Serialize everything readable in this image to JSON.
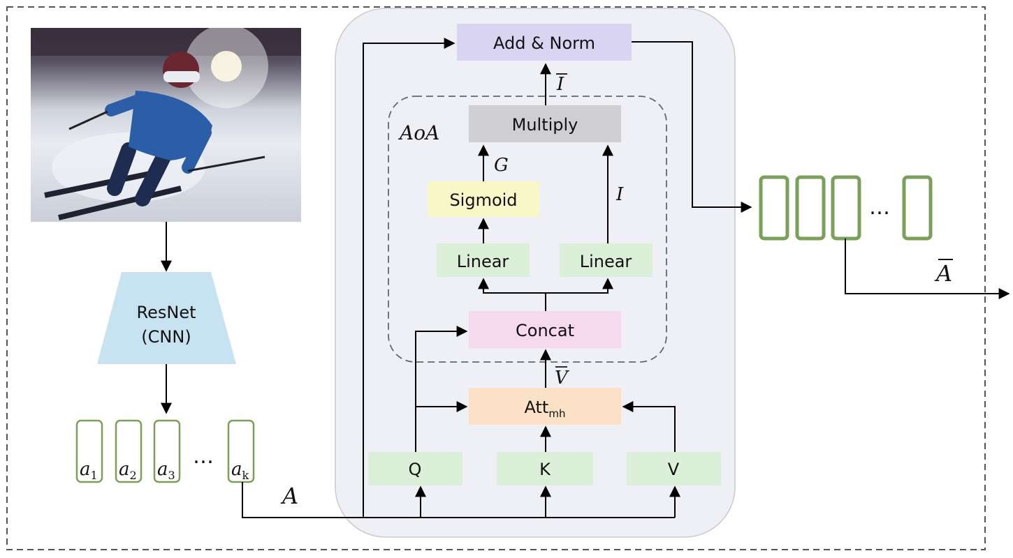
{
  "photo": {
    "subject": "skier carving through snow",
    "icon": "skier-photo"
  },
  "cnn": {
    "line1": "ResNet",
    "line2": "(CNN)"
  },
  "features": {
    "items": [
      {
        "base": "a",
        "sub": "1"
      },
      {
        "base": "a",
        "sub": "2"
      },
      {
        "base": "a",
        "sub": "3"
      },
      {
        "base": "a",
        "sub": "k"
      }
    ],
    "ellipsis": "…",
    "set_label": "A"
  },
  "block": {
    "add_norm": "Add & Norm",
    "i_bar": "I",
    "aoa_label": "AoA",
    "multiply": "Multiply",
    "g_label": "G",
    "i_label": "I",
    "sigmoid": "Sigmoid",
    "linear_left": "Linear",
    "linear_right": "Linear",
    "concat": "Concat",
    "v_bar": "V",
    "att_base": "Att",
    "att_sub": "mh",
    "q": "Q",
    "k": "K",
    "v": "V"
  },
  "outputs": {
    "ellipsis": "…",
    "label": "A"
  },
  "colors": {
    "add_norm": "#d9d4f2",
    "multiply": "#cfcfd3",
    "sigmoid": "#f8f7c8",
    "linear": "#dcefd8",
    "concat": "#f6d8ef",
    "att": "#fbe1c5",
    "qkv": "#dcefd8",
    "cnn": "#c7e3f2",
    "container": "#eff0f5",
    "feature_border": "#7ba05b"
  }
}
